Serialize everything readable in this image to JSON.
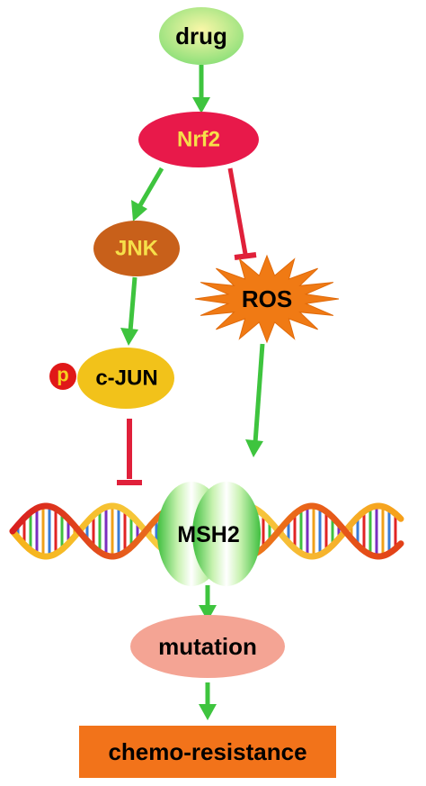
{
  "nodes": {
    "drug": "drug",
    "nrf2": "Nrf2",
    "jnk": "JNK",
    "ros": "ROS",
    "phospho": "p",
    "cjun": "c-JUN",
    "msh2": "MSH2",
    "mutation": "mutation",
    "chemo": "chemo-resistance"
  },
  "edges": [
    {
      "from": "drug",
      "to": "Nrf2",
      "type": "activation"
    },
    {
      "from": "Nrf2",
      "to": "JNK",
      "type": "activation"
    },
    {
      "from": "Nrf2",
      "to": "ROS",
      "type": "inhibition"
    },
    {
      "from": "JNK",
      "to": "c-JUN",
      "type": "activation"
    },
    {
      "from": "c-JUN",
      "to": "MSH2",
      "type": "inhibition"
    },
    {
      "from": "ROS",
      "to": "MSH2",
      "type": "activation"
    },
    {
      "from": "MSH2",
      "to": "mutation",
      "type": "activation"
    },
    {
      "from": "mutation",
      "to": "chemo-resistance",
      "type": "activation"
    }
  ],
  "colors": {
    "activation": "#3ec43e",
    "inhibition": "#e0203a",
    "nrf2": "#e8194a",
    "nrf2_text": "#f6e04a",
    "jnk": "#c8601a",
    "jnk_text": "#f6e04a",
    "ros": "#f07a14",
    "cjun": "#f2c21a",
    "phospho": "#e01818",
    "phospho_text": "#f6d020",
    "mutation": "#f4a494",
    "chemo": "#f2731a"
  }
}
